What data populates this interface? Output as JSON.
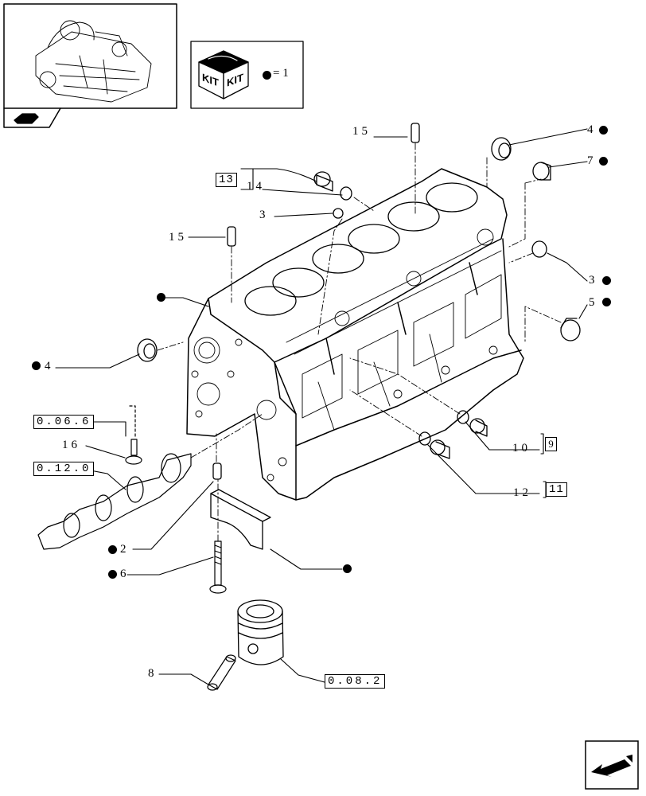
{
  "kit": {
    "badge_text": "KIT",
    "legend": "= 1"
  },
  "references": {
    "block_0_06_6": "0.06.6",
    "block_0_12_0": "0.12.0",
    "block_0_08_2": "0.08.2"
  },
  "groups": {
    "g13": "13",
    "g9": "9",
    "g11": "11"
  },
  "callouts": {
    "c15_top": "15",
    "c4_top": "4",
    "c7": "7",
    "c14": "14",
    "c3_top": "3",
    "c15_left": "15",
    "c3_right": "3",
    "c5": "5",
    "c4_left": "4",
    "c16": "16",
    "c10": "10",
    "c12": "12",
    "c2": "2",
    "c6": "6",
    "c8": "8"
  }
}
